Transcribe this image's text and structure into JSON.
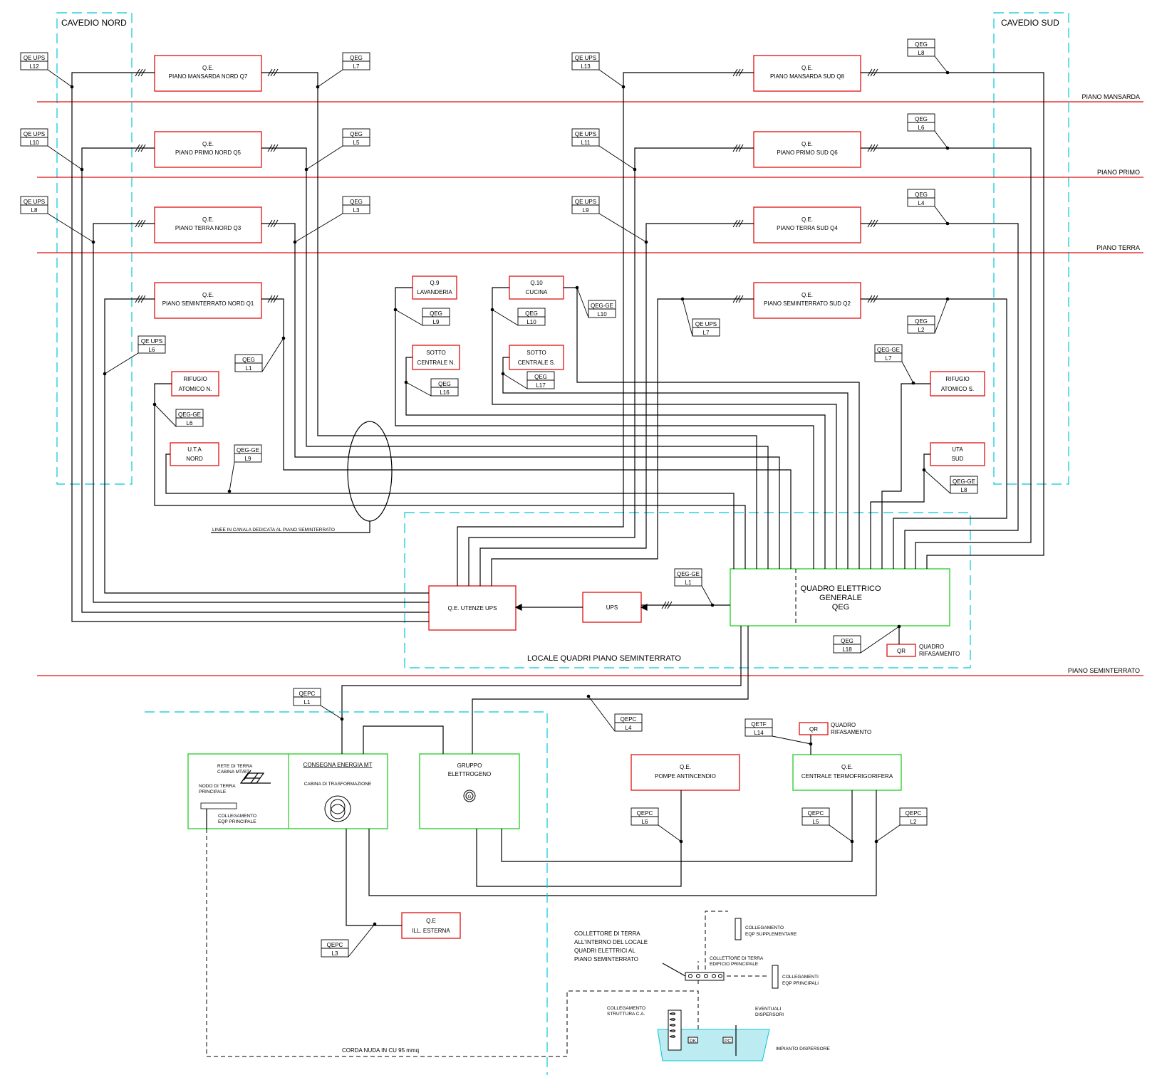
{
  "colors": {
    "panel_outline": "#e01010",
    "main_board_outline": "#22cc22",
    "shaft_outline": "#00c8d8",
    "floor_line": "#e01010",
    "water": "#bdebf2"
  },
  "shafts": {
    "north": "CAVEDIO NORD",
    "south": "CAVEDIO SUD"
  },
  "floors": {
    "attic": "PIANO MANSARDA",
    "first": "PIANO PRIMO",
    "ground": "PIANO TERRA",
    "basement": "PIANO SEMINTERRATO"
  },
  "panels": {
    "q7": [
      "Q.E.",
      "PIANO MANSARDA NORD Q7"
    ],
    "q5": [
      "Q.E.",
      "PIANO PRIMO NORD Q5"
    ],
    "q3": [
      "Q.E.",
      "PIANO TERRA NORD Q3"
    ],
    "q1": [
      "Q.E.",
      "PIANO SEMINTERRATO NORD Q1"
    ],
    "q8": [
      "Q.E.",
      "PIANO MANSARDA SUD Q8"
    ],
    "q6": [
      "Q.E.",
      "PIANO PRIMO SUD Q6"
    ],
    "q4": [
      "Q.E.",
      "PIANO TERRA SUD Q4"
    ],
    "q2": [
      "Q.E.",
      "PIANO SEMINTERRATO SUD Q2"
    ],
    "q9": [
      "Q.9",
      "LAVANDERIA"
    ],
    "q10": [
      "Q.10",
      "CUCINA"
    ],
    "sotto_n": [
      "SOTTO",
      "CENTRALE N."
    ],
    "sotto_s": [
      "SOTTO",
      "CENTRALE S."
    ],
    "rifugio_n": [
      "RIFUGIO",
      "ATOMICO N."
    ],
    "rifugio_s": [
      "RIFUGIO",
      "ATOMICO S."
    ],
    "uta_n": [
      "U.T.A",
      "NORD"
    ],
    "uta_s": [
      "UTA",
      "SUD"
    ],
    "ups_users": "Q.E. UTENZE UPS",
    "ups": "UPS",
    "qeg": [
      "QUADRO ELETTRICO",
      "GENERALE",
      "QEG"
    ],
    "qr": "QR",
    "qr_label": [
      "QUADRO",
      "RIFASAMENTO"
    ],
    "qr2": "QR",
    "qr2_label": [
      "QUADRO",
      "RIFASAMENTO"
    ],
    "antincendio": [
      "Q.E.",
      "POMPE ANTINCENDIO"
    ],
    "termofrig": [
      "Q.E.",
      "CENTRALE TERMOFRIGORIFERA"
    ],
    "ill_esterna": [
      "Q.E",
      "ILL. ESTERNA"
    ],
    "gruppo": [
      "GRUPPO",
      "ELETTROGENO"
    ],
    "gen_symbol": "G",
    "consegna": "CONSEGNA ENERGIA MT",
    "cabina": "CABINA DI TRASFORMAZIONE",
    "rete_terra": [
      "RETE DI TERRA",
      "CABINA MT/BT"
    ],
    "nodo_terra": [
      "NODO DI TERRA",
      "PRINCIPALE"
    ],
    "collegamento_eqp": [
      "COLLEGAMENTO",
      "EQP PRINCIPALE"
    ]
  },
  "tags": {
    "qeups_l12": [
      "QE UPS",
      "L12"
    ],
    "qeups_l10": [
      "QE UPS",
      "L10"
    ],
    "qeups_l8": [
      "QE UPS",
      "L8"
    ],
    "qeups_l6": [
      "QE UPS",
      "L6"
    ],
    "qeg_l7n": [
      "QEG",
      "L7"
    ],
    "qeg_l5": [
      "QEG",
      "L5"
    ],
    "qeg_l3": [
      "QEG",
      "L3"
    ],
    "qeg_l1": [
      "QEG",
      "L1"
    ],
    "qeups_l13": [
      "QE UPS",
      "L13"
    ],
    "qeups_l11": [
      "QE UPS",
      "L11"
    ],
    "qeups_l9": [
      "QE UPS",
      "L9"
    ],
    "qeups_l7": [
      "QE UPS",
      "L7"
    ],
    "qeg_l8": [
      "QEG",
      "L8"
    ],
    "qeg_l6": [
      "QEG",
      "L6"
    ],
    "qeg_l4": [
      "QEG",
      "L4"
    ],
    "qeg_l2": [
      "QEG",
      "L2"
    ],
    "qeg_l9": [
      "QEG",
      "L9"
    ],
    "qeg_l10": [
      "QEG",
      "L10"
    ],
    "qeg_l16": [
      "QEG",
      "L16"
    ],
    "qeg_l17": [
      "QEG",
      "L17"
    ],
    "qeg_l18": [
      "QEG",
      "L18"
    ],
    "qeg_ge_l10": [
      "QEG-GE",
      "L10"
    ],
    "qeg_ge_l6": [
      "QEG-GE",
      "L6"
    ],
    "qeg_ge_l9": [
      "QEG-GE",
      "L9"
    ],
    "qeg_ge_l7": [
      "QEG-GE",
      "L7"
    ],
    "qeg_ge_l8": [
      "QEG-GE",
      "L8"
    ],
    "qeg_ge_l1": [
      "QEG-GE",
      "L1"
    ],
    "qepc_l1": [
      "QEPC",
      "L1"
    ],
    "qepc_l4": [
      "QEPC",
      "L4"
    ],
    "qepc_l6": [
      "QEPC",
      "L6"
    ],
    "qepc_l5": [
      "QEPC",
      "L5"
    ],
    "qepc_l2": [
      "QEPC",
      "L2"
    ],
    "qepc_l3": [
      "QEPC",
      "L3"
    ],
    "qetf_l14": [
      "QETF",
      "L14"
    ]
  },
  "notes": {
    "canala": "LINEE IN CANALA DEDICATA AL PIANO SEMINTERRATO",
    "locale_quadri": "LOCALE QUADRI PIANO SEMINTERRATO",
    "corda": "CORDA NUDA IN CU 95 mmq",
    "collettore_locale": [
      "COLLETTORE DI TERRA",
      "ALL'INTERNO DEL LOCALE",
      "QUADRI ELETTRICI AL",
      "PIANO SEMINTERRATO"
    ],
    "collettore_edificio": [
      "COLLETTORE DI TERRA",
      "EDIFICIO PRINCIPALE"
    ],
    "coll_suppl": [
      "COLLEGAMENTO",
      "EQP SUPPLEMENTARE"
    ],
    "coll_princ": [
      "COLLEGAMENTI",
      "EQP PRINCIPALI"
    ],
    "coll_strutt": [
      "COLLEGAMENTO",
      "STRUTTURA C.A."
    ],
    "disp_eventuali": [
      "EVENTUALI",
      "DISPERSORI"
    ],
    "impianto": "IMPIANTO DISPERSORE",
    "dk": "DK",
    "pc": "PC"
  }
}
